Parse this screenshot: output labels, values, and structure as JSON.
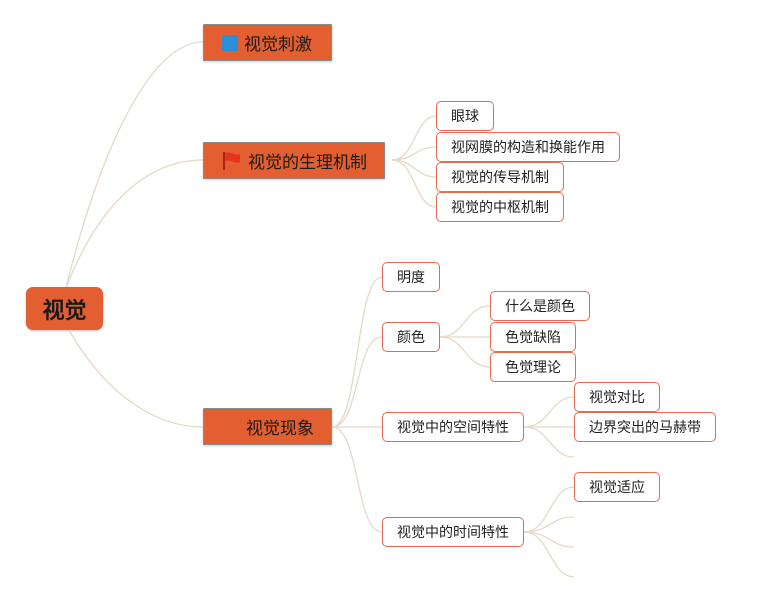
{
  "colors": {
    "accent": "#e35f32",
    "leaf_border": "#e36b52",
    "connector": "#e6d8c8",
    "square_icon": "#2a8fd8",
    "flag_icon": "#e8311f"
  },
  "root": {
    "label": "视觉"
  },
  "branches": [
    {
      "label": "视觉刺激",
      "icon": "blue-square-icon"
    },
    {
      "label": "视觉的生理机制",
      "icon": "red-flag-icon",
      "children": [
        "眼球",
        "视网膜的构造和换能作用",
        "视觉的传导机制",
        "视觉的中枢机制"
      ]
    },
    {
      "label": "视觉现象",
      "children": [
        {
          "label": "明度"
        },
        {
          "label": "颜色",
          "children": [
            "什么是颜色",
            "色觉缺陷",
            "色觉理论"
          ]
        },
        {
          "label": "视觉中的空间特性",
          "children": [
            "视觉对比",
            "边界突出的马赫带"
          ]
        },
        {
          "label": "视觉中的时间特性",
          "children": [
            "视觉适应"
          ]
        }
      ]
    }
  ]
}
